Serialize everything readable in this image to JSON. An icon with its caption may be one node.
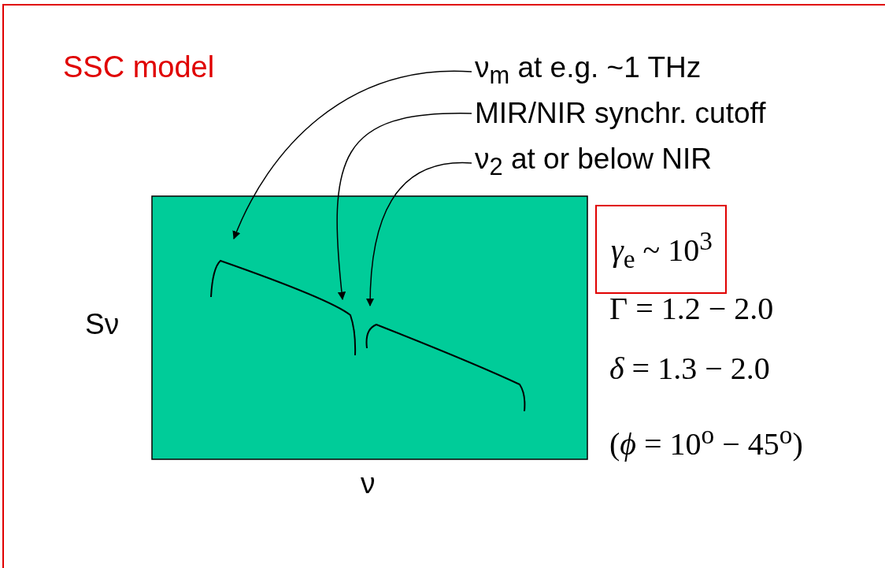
{
  "diagram": {
    "title": "SSC model",
    "nodes": [
      {
        "text": [
          "ν$_{m}$ at e.g. ~1 THz"
        ]
      },
      {
        "text": [
          "MIR/NIR  synchr. cutoff"
        ]
      },
      {
        "text": [
          "ν$_{2}$ at or below NIR"
        ]
      },
      {
        "text": [
          "*γ*$_{e}$ ~ 10$^{3}$"
        ]
      }
    ],
    "edges": [
      {
        "from": 0,
        "to": null,
        "arrow": "to"
      },
      {
        "from": 1,
        "to": null,
        "arrow": "to"
      },
      {
        "from": 2,
        "to": null,
        "arrow": "to"
      }
    ],
    "labels": [
      "Sν",
      "Γ = 1.2 − 2.0",
      "*δ* = 1.3 − 2.0",
      "(*ϕ* = 10$^{o}$ − 45$^{o}$)",
      "ν"
    ]
  }
}
